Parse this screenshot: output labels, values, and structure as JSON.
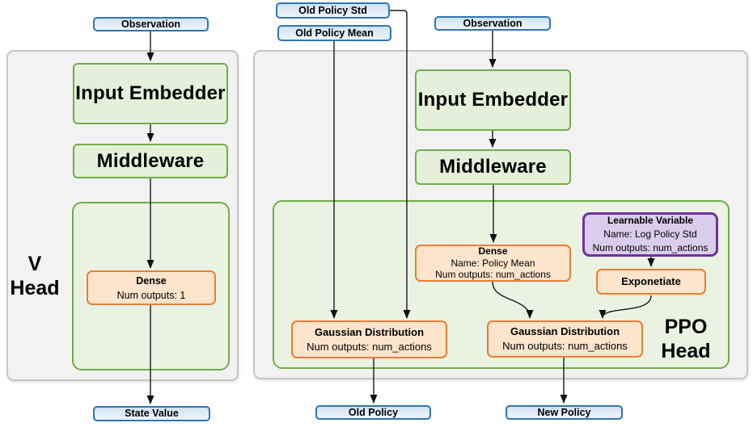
{
  "colors": {
    "blue_border": "#2e75b6",
    "blue_fill": "#dbe9f8",
    "green_border": "#70ad47",
    "green_fill": "#e5f0da",
    "green_container_fill": "#eaf3e2",
    "orange_border": "#ed7d31",
    "orange_fill": "#fce4cd",
    "purple_border": "#7030a0",
    "purple_fill": "#d9cdeb",
    "panel_fill": "#f2f2f2",
    "panel_border": "#c6c6c6",
    "arrow": "#000000"
  },
  "v_head": {
    "label_lines": [
      "V",
      "Head"
    ],
    "observation": "Observation",
    "input_embedder": "Input Embedder",
    "middleware": "Middleware",
    "dense": {
      "title": "Dense",
      "line1": "Num outputs: 1"
    },
    "state_value": "State Value"
  },
  "ppo_head": {
    "label_lines": [
      "PPO",
      "Head"
    ],
    "old_policy_std": "Old Policy Std",
    "old_policy_mean": "Old Policy Mean",
    "observation": "Observation",
    "input_embedder": "Input Embedder",
    "middleware": "Middleware",
    "dense": {
      "title": "Dense",
      "line1": "Name: Policy Mean",
      "line2": "Num outputs: num_actions"
    },
    "learnable_variable": {
      "title": "Learnable Variable",
      "line1": "Name: Log Policy Std",
      "line2": "Num outputs: num_actions"
    },
    "exponetiate": "Exponetiate",
    "gaussian_old": {
      "title": "Gaussian Distribution",
      "line1": "Num outputs: num_actions"
    },
    "gaussian_new": {
      "title": "Gaussian Distribution",
      "line1": "Num outputs: num_actions"
    },
    "old_policy": "Old Policy",
    "new_policy": "New Policy"
  }
}
